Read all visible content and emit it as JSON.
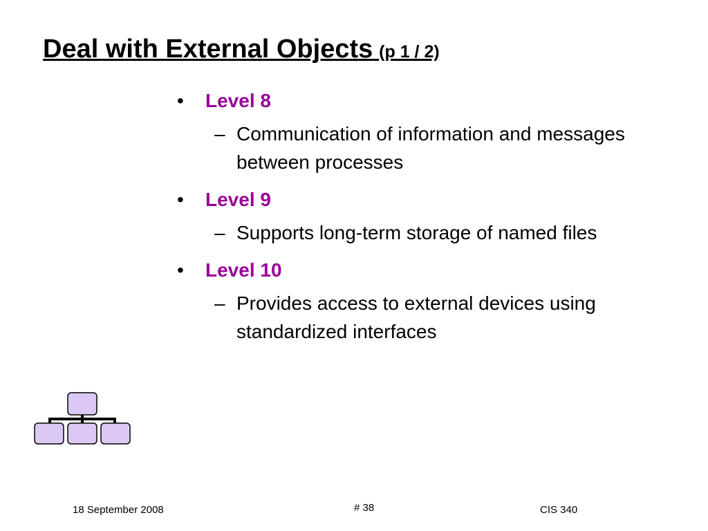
{
  "slide": {
    "title": "Deal with External Objects",
    "title_sub": "(p 1 / 2)",
    "accent_color": "#990099",
    "bullet_glyph": "•",
    "dash_glyph": "–",
    "levels": [
      {
        "label": "Level 8",
        "detail": "Communication of information and messages between processes"
      },
      {
        "label": "Level 9",
        "detail": "Supports long-term storage of named files"
      },
      {
        "label": "Level 10",
        "detail": "Provides access to external devices using standardized interfaces"
      }
    ],
    "hierarchy_icon": "hierarchy-diagram-icon",
    "hierarchy_fill": "#dcc8f5"
  },
  "footer": {
    "date": "18 September 2008",
    "page": "# 38",
    "course": "CIS 340"
  }
}
